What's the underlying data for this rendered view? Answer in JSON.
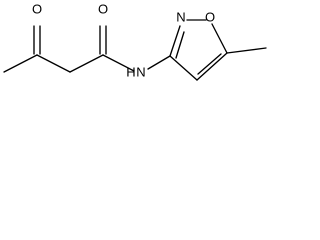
{
  "structure": {
    "atom_labels": {
      "ketone_oxygen": "O",
      "amide_oxygen": "O",
      "amide_nitrogen_h": "H",
      "amide_nitrogen": "N",
      "ring_nitrogen": "N",
      "ring_oxygen": "O"
    }
  }
}
